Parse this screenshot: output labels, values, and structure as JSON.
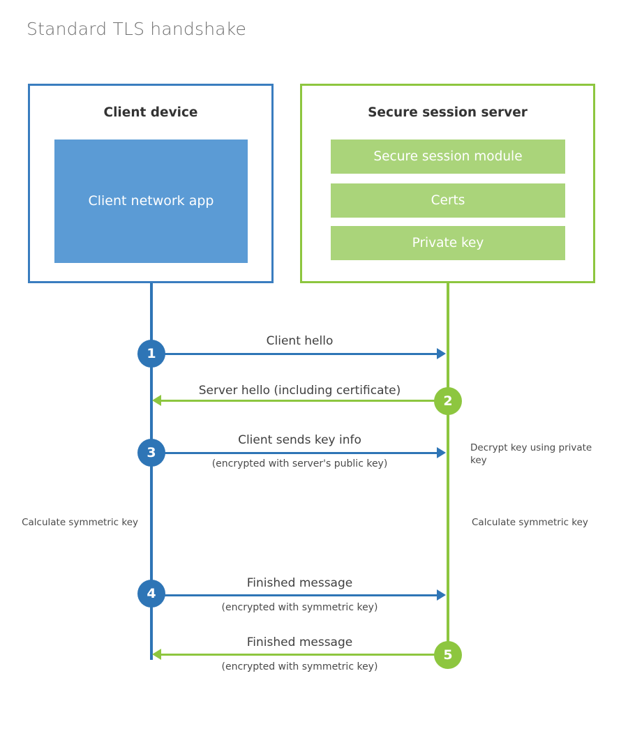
{
  "title": "Standard TLS handshake",
  "colors": {
    "client_blue": "#2e75b6",
    "client_block_blue": "#5b9bd5",
    "server_green": "#8dc63f",
    "server_bar_green": "#aad47a",
    "title_gray": "#6f6f6f",
    "text_dark": "#333333"
  },
  "client": {
    "title": "Client device",
    "app_block": "Client network app"
  },
  "server": {
    "title": "Secure session server",
    "bars": [
      "Secure session module",
      "Certs",
      "Private key"
    ]
  },
  "steps": [
    {
      "number": "1",
      "label": "Client hello",
      "sublabel": "",
      "direction": "client-to-server",
      "color": "blue"
    },
    {
      "number": "2",
      "label": "Server hello (including certificate)",
      "sublabel": "",
      "direction": "server-to-client",
      "color": "green"
    },
    {
      "number": "3",
      "label": "Client sends key info",
      "sublabel": "(encrypted with server's public key)",
      "direction": "client-to-server",
      "color": "blue"
    },
    {
      "number": "4",
      "label": "Finished message",
      "sublabel": "(encrypted with symmetric key)",
      "direction": "client-to-server",
      "color": "blue"
    },
    {
      "number": "5",
      "label": "Finished message",
      "sublabel": "(encrypted with symmetric key)",
      "direction": "server-to-client",
      "color": "green"
    }
  ],
  "notes": {
    "server_decrypt": "Decrypt key using private key",
    "client_calculate": "Calculate symmetric key",
    "server_calculate": "Calculate symmetric key"
  }
}
